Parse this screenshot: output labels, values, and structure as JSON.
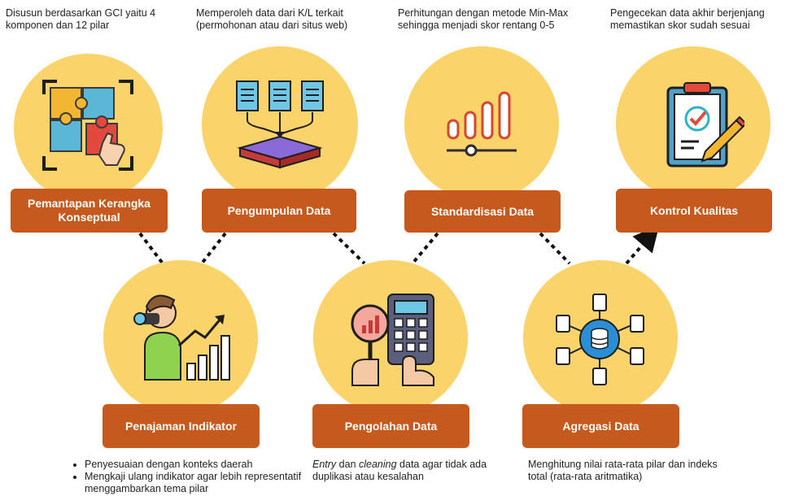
{
  "steps": [
    {
      "label": "Pemantapan  Kerangka Konseptual",
      "desc": "Disusun berdasarkan GCI yaitu 4 komponen dan 12 pilar",
      "icon": "puzzle-icon"
    },
    {
      "label": "Pengumpulan Data",
      "desc": "Memperoleh data dari K/L terkait (permohonan atau dari situs web)",
      "icon": "documents-collection-icon"
    },
    {
      "label": "Standardisasi Data",
      "desc": "Perhitungan dengan metode Min-Max sehingga menjadi skor rentang 0-5",
      "icon": "bar-chart-slider-icon"
    },
    {
      "label": "Kontrol Kualitas",
      "desc": "Pengecekan data akhir berjenjang memastikan skor sudah sesuai",
      "icon": "clipboard-check-icon"
    },
    {
      "label": "Penajaman Indikator",
      "bullets": [
        "Penyesuaian dengan konteks daerah",
        "Mengkaji ulang indikator agar lebih representatif menggambarkan tema pilar"
      ],
      "icon": "analyst-chart-icon"
    },
    {
      "label": "Pengolahan Data",
      "desc_em1": "Entry",
      "desc_mid": " dan ",
      "desc_em2": "cleaning",
      "desc_rest": " data agar tidak ada duplikasi atau kesalahan",
      "icon": "calculator-magnifier-icon"
    },
    {
      "label": "Agregasi Data",
      "desc": "Menghitung  nilai rata-rata pilar dan indeks total (rata-rata aritmatika)",
      "icon": "database-network-icon"
    }
  ],
  "colors": {
    "circle": "#fbd36b",
    "label_bg": "#c65a1e",
    "label_text": "#ffffff",
    "connector": "#111111"
  }
}
